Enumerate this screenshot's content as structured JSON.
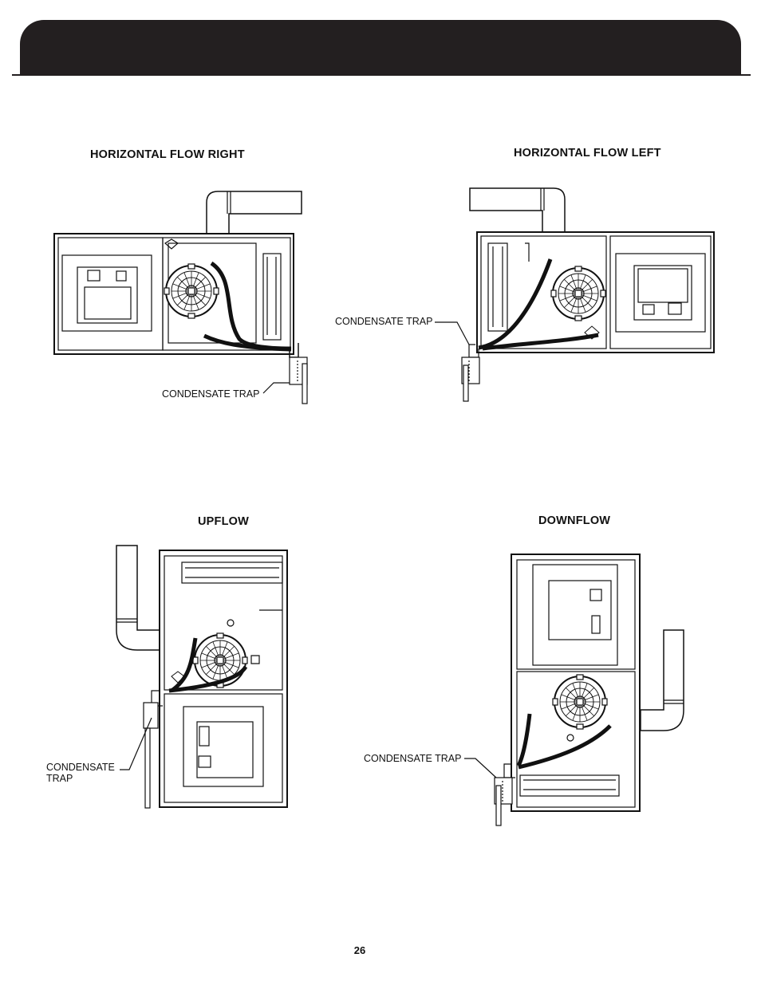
{
  "header": {
    "title": ""
  },
  "diagrams": {
    "horizontal_right": {
      "title": "HORIZONTAL FLOW RIGHT",
      "callout": "CONDENSATE TRAP"
    },
    "horizontal_left": {
      "title": "HORIZONTAL FLOW LEFT",
      "callout": "CONDENSATE TRAP"
    },
    "upflow": {
      "title": "UPFLOW",
      "callout_line1": "CONDENSATE",
      "callout_line2": "TRAP"
    },
    "downflow": {
      "title": "DOWNFLOW",
      "callout": "CONDENSATE TRAP"
    }
  },
  "footer": {
    "page_number": "26"
  }
}
